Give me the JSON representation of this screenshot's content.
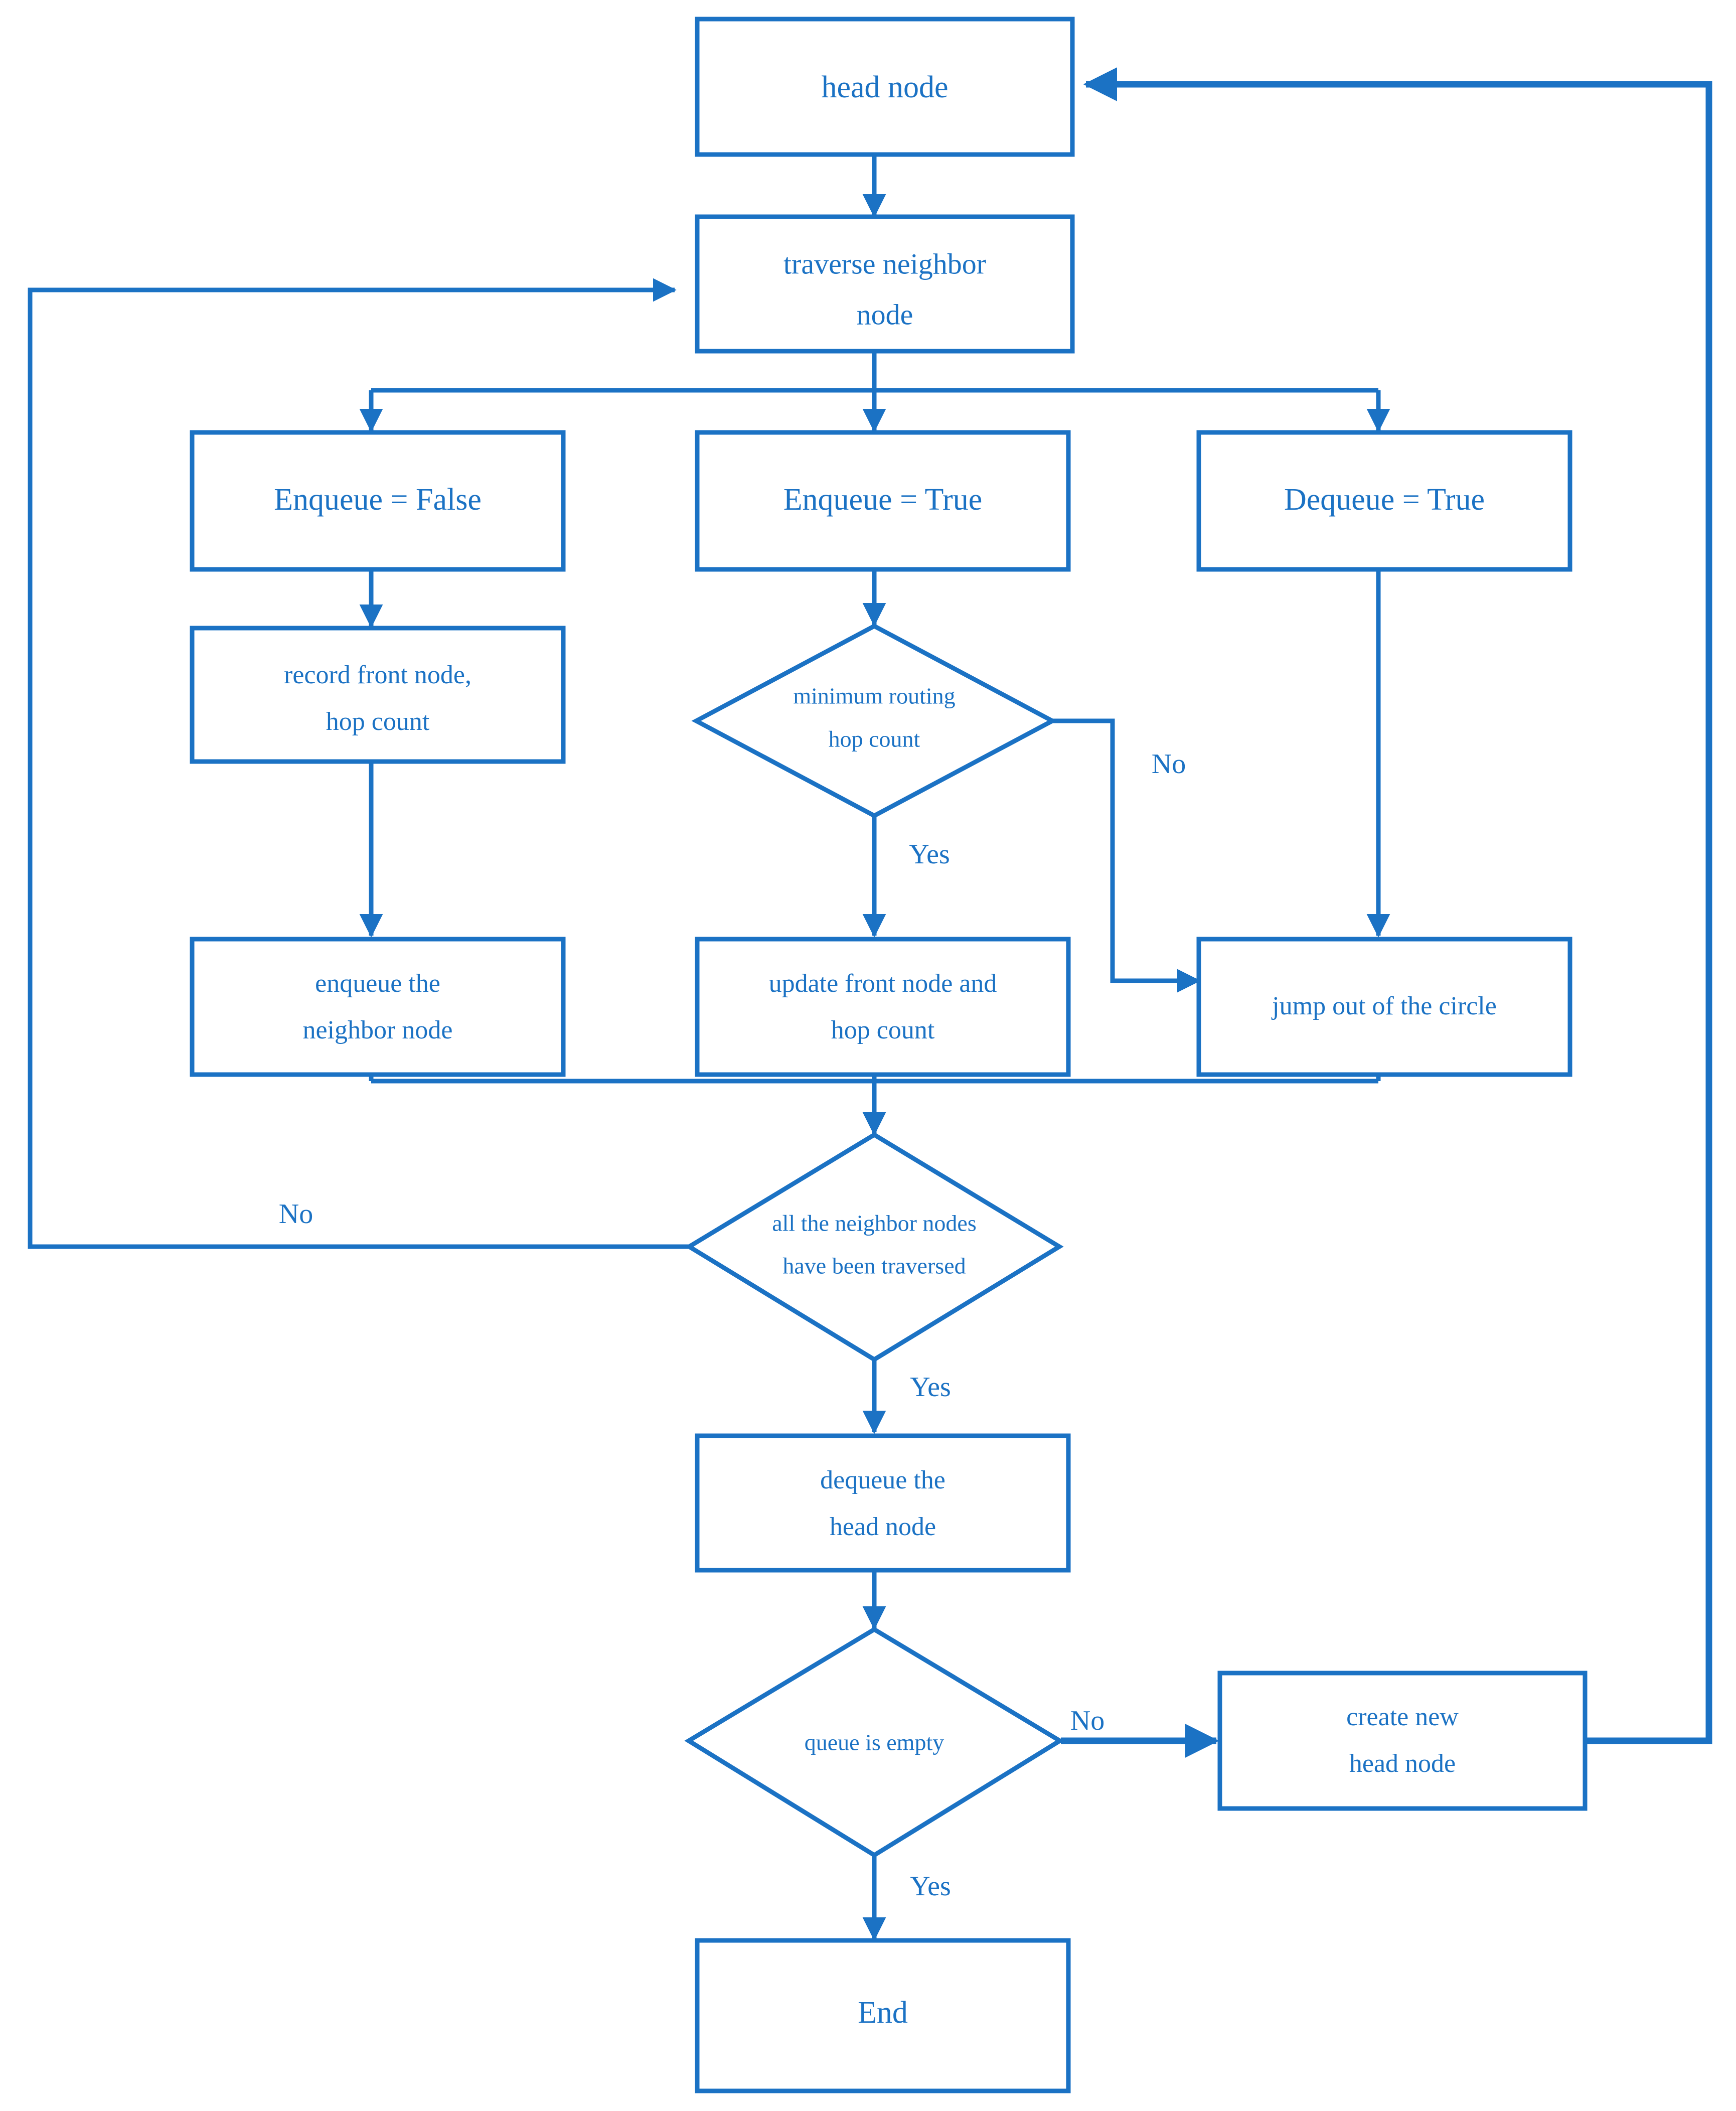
{
  "diagram": {
    "title": "BFS routing flowchart",
    "accent_color": "#1B72C4",
    "background_color": "#FFFFFF",
    "nodes": {
      "head_node": "head node",
      "traverse_neighbor_node": "traverse neighbor\nnode",
      "enqueue_false": "Enqueue = False",
      "enqueue_true": "Enqueue = True",
      "dequeue_true": "Dequeue = True",
      "record_front_node_line1": "record front node,",
      "record_front_node_line2": "hop count",
      "minimum_routing_line1": "minimum routing",
      "minimum_routing_line2": "hop count",
      "enqueue_neighbor_line1": "enqueue the",
      "enqueue_neighbor_line2": "neighbor node",
      "update_front_line1": "update front node and",
      "update_front_line2": "hop count",
      "jump_out": "jump out of the circle",
      "all_traversed_line1": "all the neighbor nodes",
      "all_traversed_line2": "have been traversed",
      "dequeue_head_line1": "dequeue the",
      "dequeue_head_line2": "head node",
      "queue_is_empty": "queue is empty",
      "create_new_head_line1": "create new",
      "create_new_head_line2": "head node",
      "end": "End"
    },
    "edge_labels": {
      "min_routing_no": "No",
      "min_routing_yes": "Yes",
      "all_traversed_no": "No",
      "all_traversed_yes": "Yes",
      "queue_empty_no": "No",
      "queue_empty_yes": "Yes"
    }
  }
}
